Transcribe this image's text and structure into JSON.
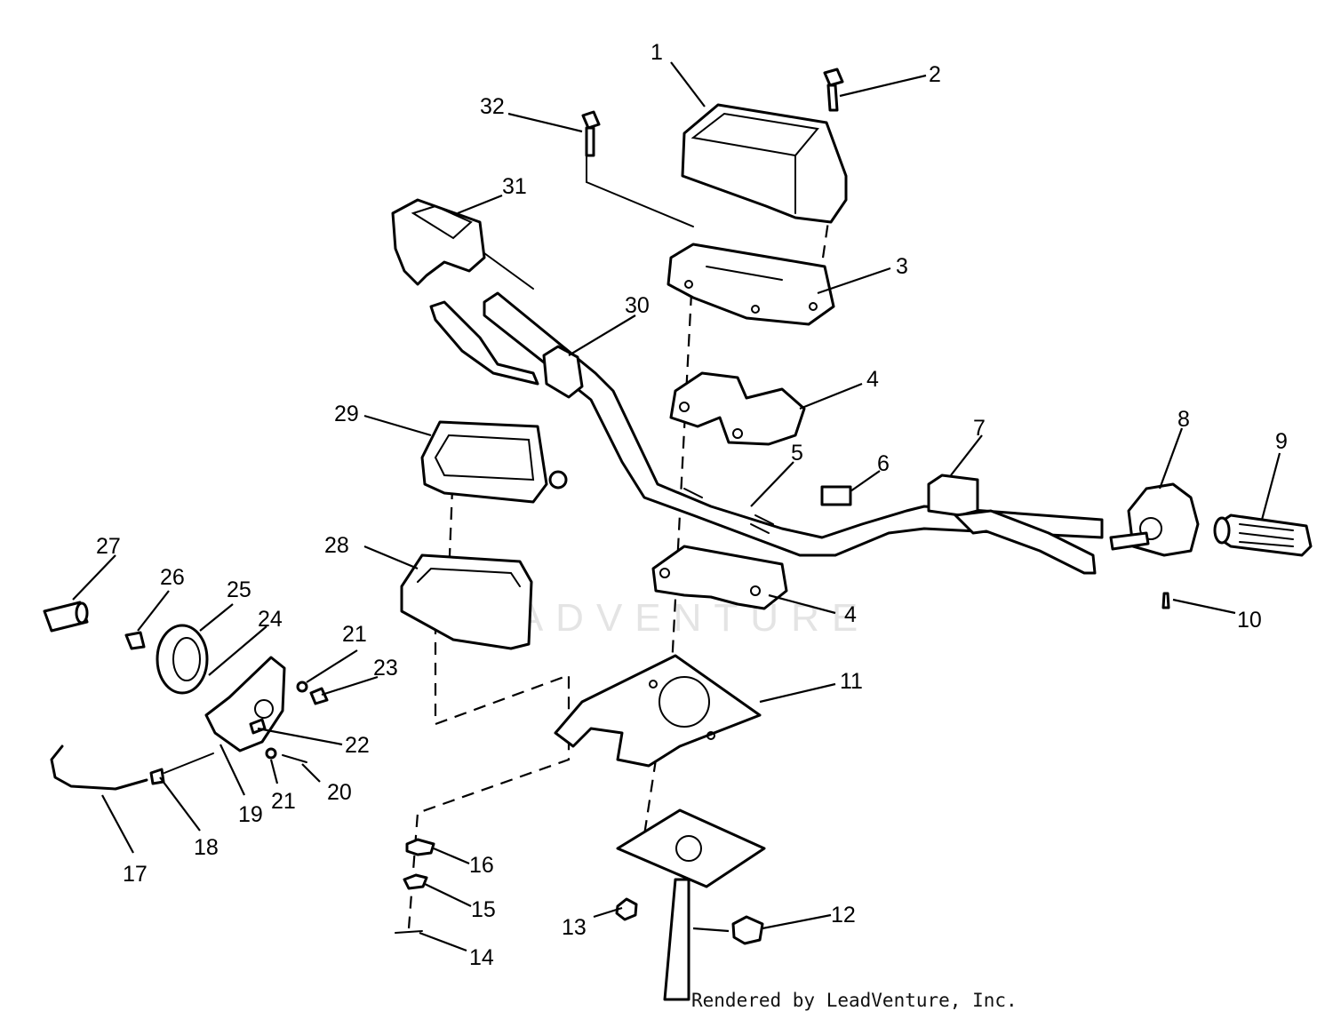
{
  "watermark": "LEADVENTURE",
  "footer": "Rendered by LeadVenture, Inc.",
  "callouts": [
    "1",
    "2",
    "3",
    "4",
    "4",
    "5",
    "6",
    "7",
    "8",
    "9",
    "10",
    "11",
    "12",
    "13",
    "14",
    "15",
    "16",
    "17",
    "18",
    "19",
    "20",
    "21",
    "21",
    "22",
    "23",
    "24",
    "25",
    "26",
    "27",
    "28",
    "29",
    "30",
    "31",
    "32"
  ],
  "colors": {
    "ink": "#000000",
    "paper": "#ffffff",
    "watermark": "#e4e4e4"
  }
}
